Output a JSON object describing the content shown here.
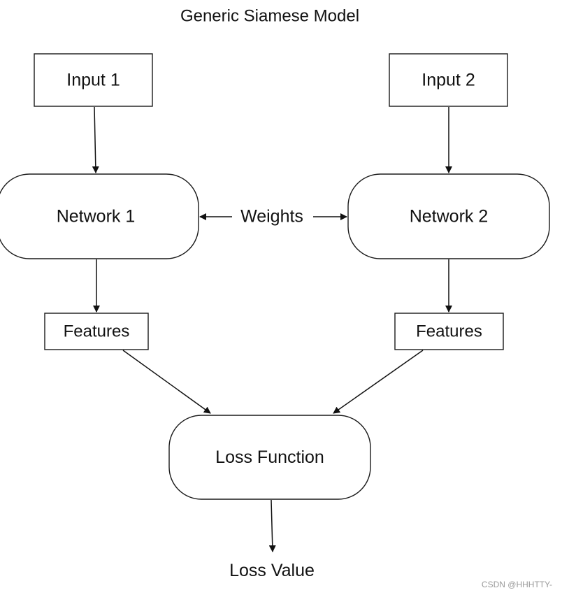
{
  "diagram": {
    "title": "Generic Siamese Model",
    "nodes": {
      "input1": "Input 1",
      "input2": "Input 2",
      "network1": "Network 1",
      "network2": "Network 2",
      "weights": "Weights",
      "features1": "Features",
      "features2": "Features",
      "loss_function": "Loss Function",
      "loss_value": "Loss Value"
    },
    "edges": [
      {
        "from": "input1",
        "to": "network1"
      },
      {
        "from": "input2",
        "to": "network2"
      },
      {
        "from": "weights",
        "to": "network1"
      },
      {
        "from": "weights",
        "to": "network2"
      },
      {
        "from": "network1",
        "to": "features1"
      },
      {
        "from": "network2",
        "to": "features2"
      },
      {
        "from": "features1",
        "to": "loss_function"
      },
      {
        "from": "features2",
        "to": "loss_function"
      },
      {
        "from": "loss_function",
        "to": "loss_value"
      }
    ]
  },
  "watermark": "CSDN @HHHTTY-"
}
